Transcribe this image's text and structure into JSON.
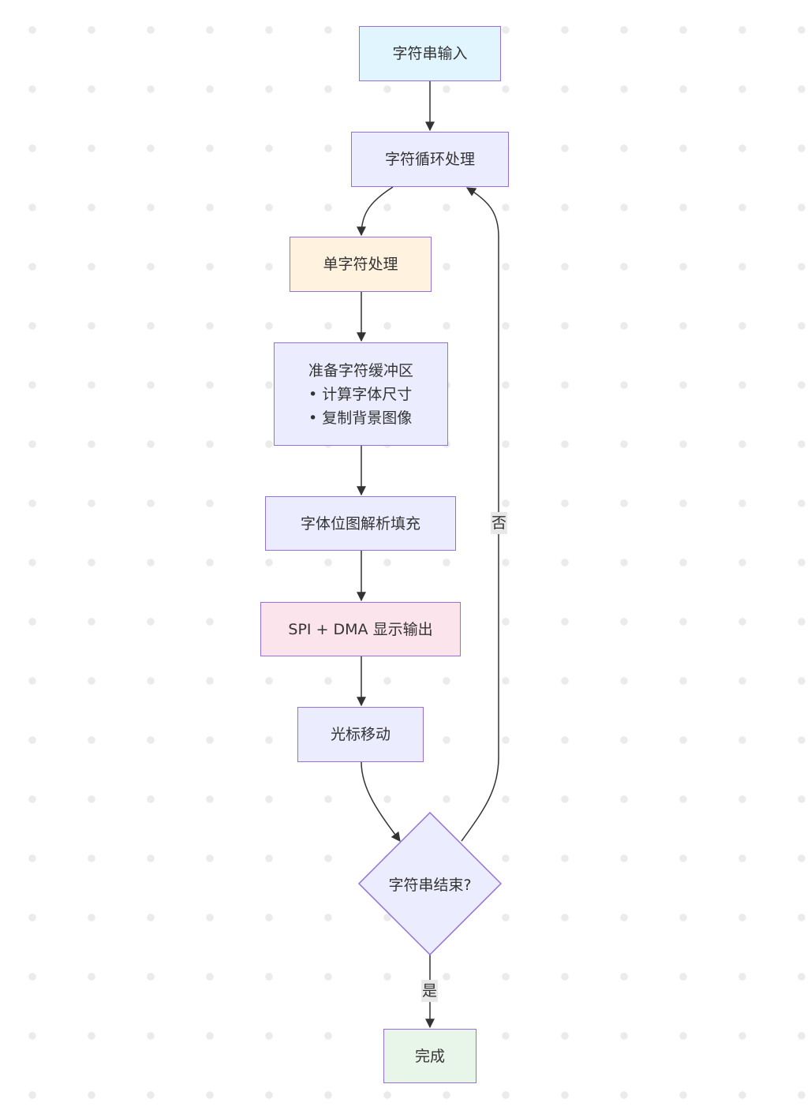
{
  "diagram": {
    "type": "flowchart",
    "nodes": {
      "input": {
        "label": "字符串输入",
        "fill": "#e1f5fe"
      },
      "loop": {
        "label": "字符循环处理",
        "fill": "#ececff"
      },
      "single": {
        "label": "单字符处理",
        "fill": "#fff3e0"
      },
      "buffer": {
        "title": "准备字符缓冲区",
        "bullets": [
          "计算字体尺寸",
          "复制背景图像"
        ],
        "fill": "#ececff"
      },
      "bitmap": {
        "label": "字体位图解析填充",
        "fill": "#ececff"
      },
      "spi": {
        "label": "SPI + DMA 显示输出",
        "fill": "#fce4ec"
      },
      "cursor": {
        "label": "光标移动",
        "fill": "#ececff"
      },
      "decision": {
        "label": "字符串结束?",
        "fill": "#ececff"
      },
      "done": {
        "label": "完成",
        "fill": "#e8f5e9"
      }
    },
    "edges": [
      {
        "from": "input",
        "to": "loop",
        "label": ""
      },
      {
        "from": "loop",
        "to": "single",
        "label": ""
      },
      {
        "from": "single",
        "to": "buffer",
        "label": ""
      },
      {
        "from": "buffer",
        "to": "bitmap",
        "label": ""
      },
      {
        "from": "bitmap",
        "to": "spi",
        "label": ""
      },
      {
        "from": "spi",
        "to": "cursor",
        "label": ""
      },
      {
        "from": "cursor",
        "to": "decision",
        "label": ""
      },
      {
        "from": "decision",
        "to": "loop",
        "label": "否"
      },
      {
        "from": "decision",
        "to": "done",
        "label": "是"
      }
    ],
    "edge_labels": {
      "no": "否",
      "yes": "是"
    },
    "colors": {
      "border": "#9370db",
      "edge": "#333333",
      "label_bg": "#e8e8e8"
    }
  }
}
